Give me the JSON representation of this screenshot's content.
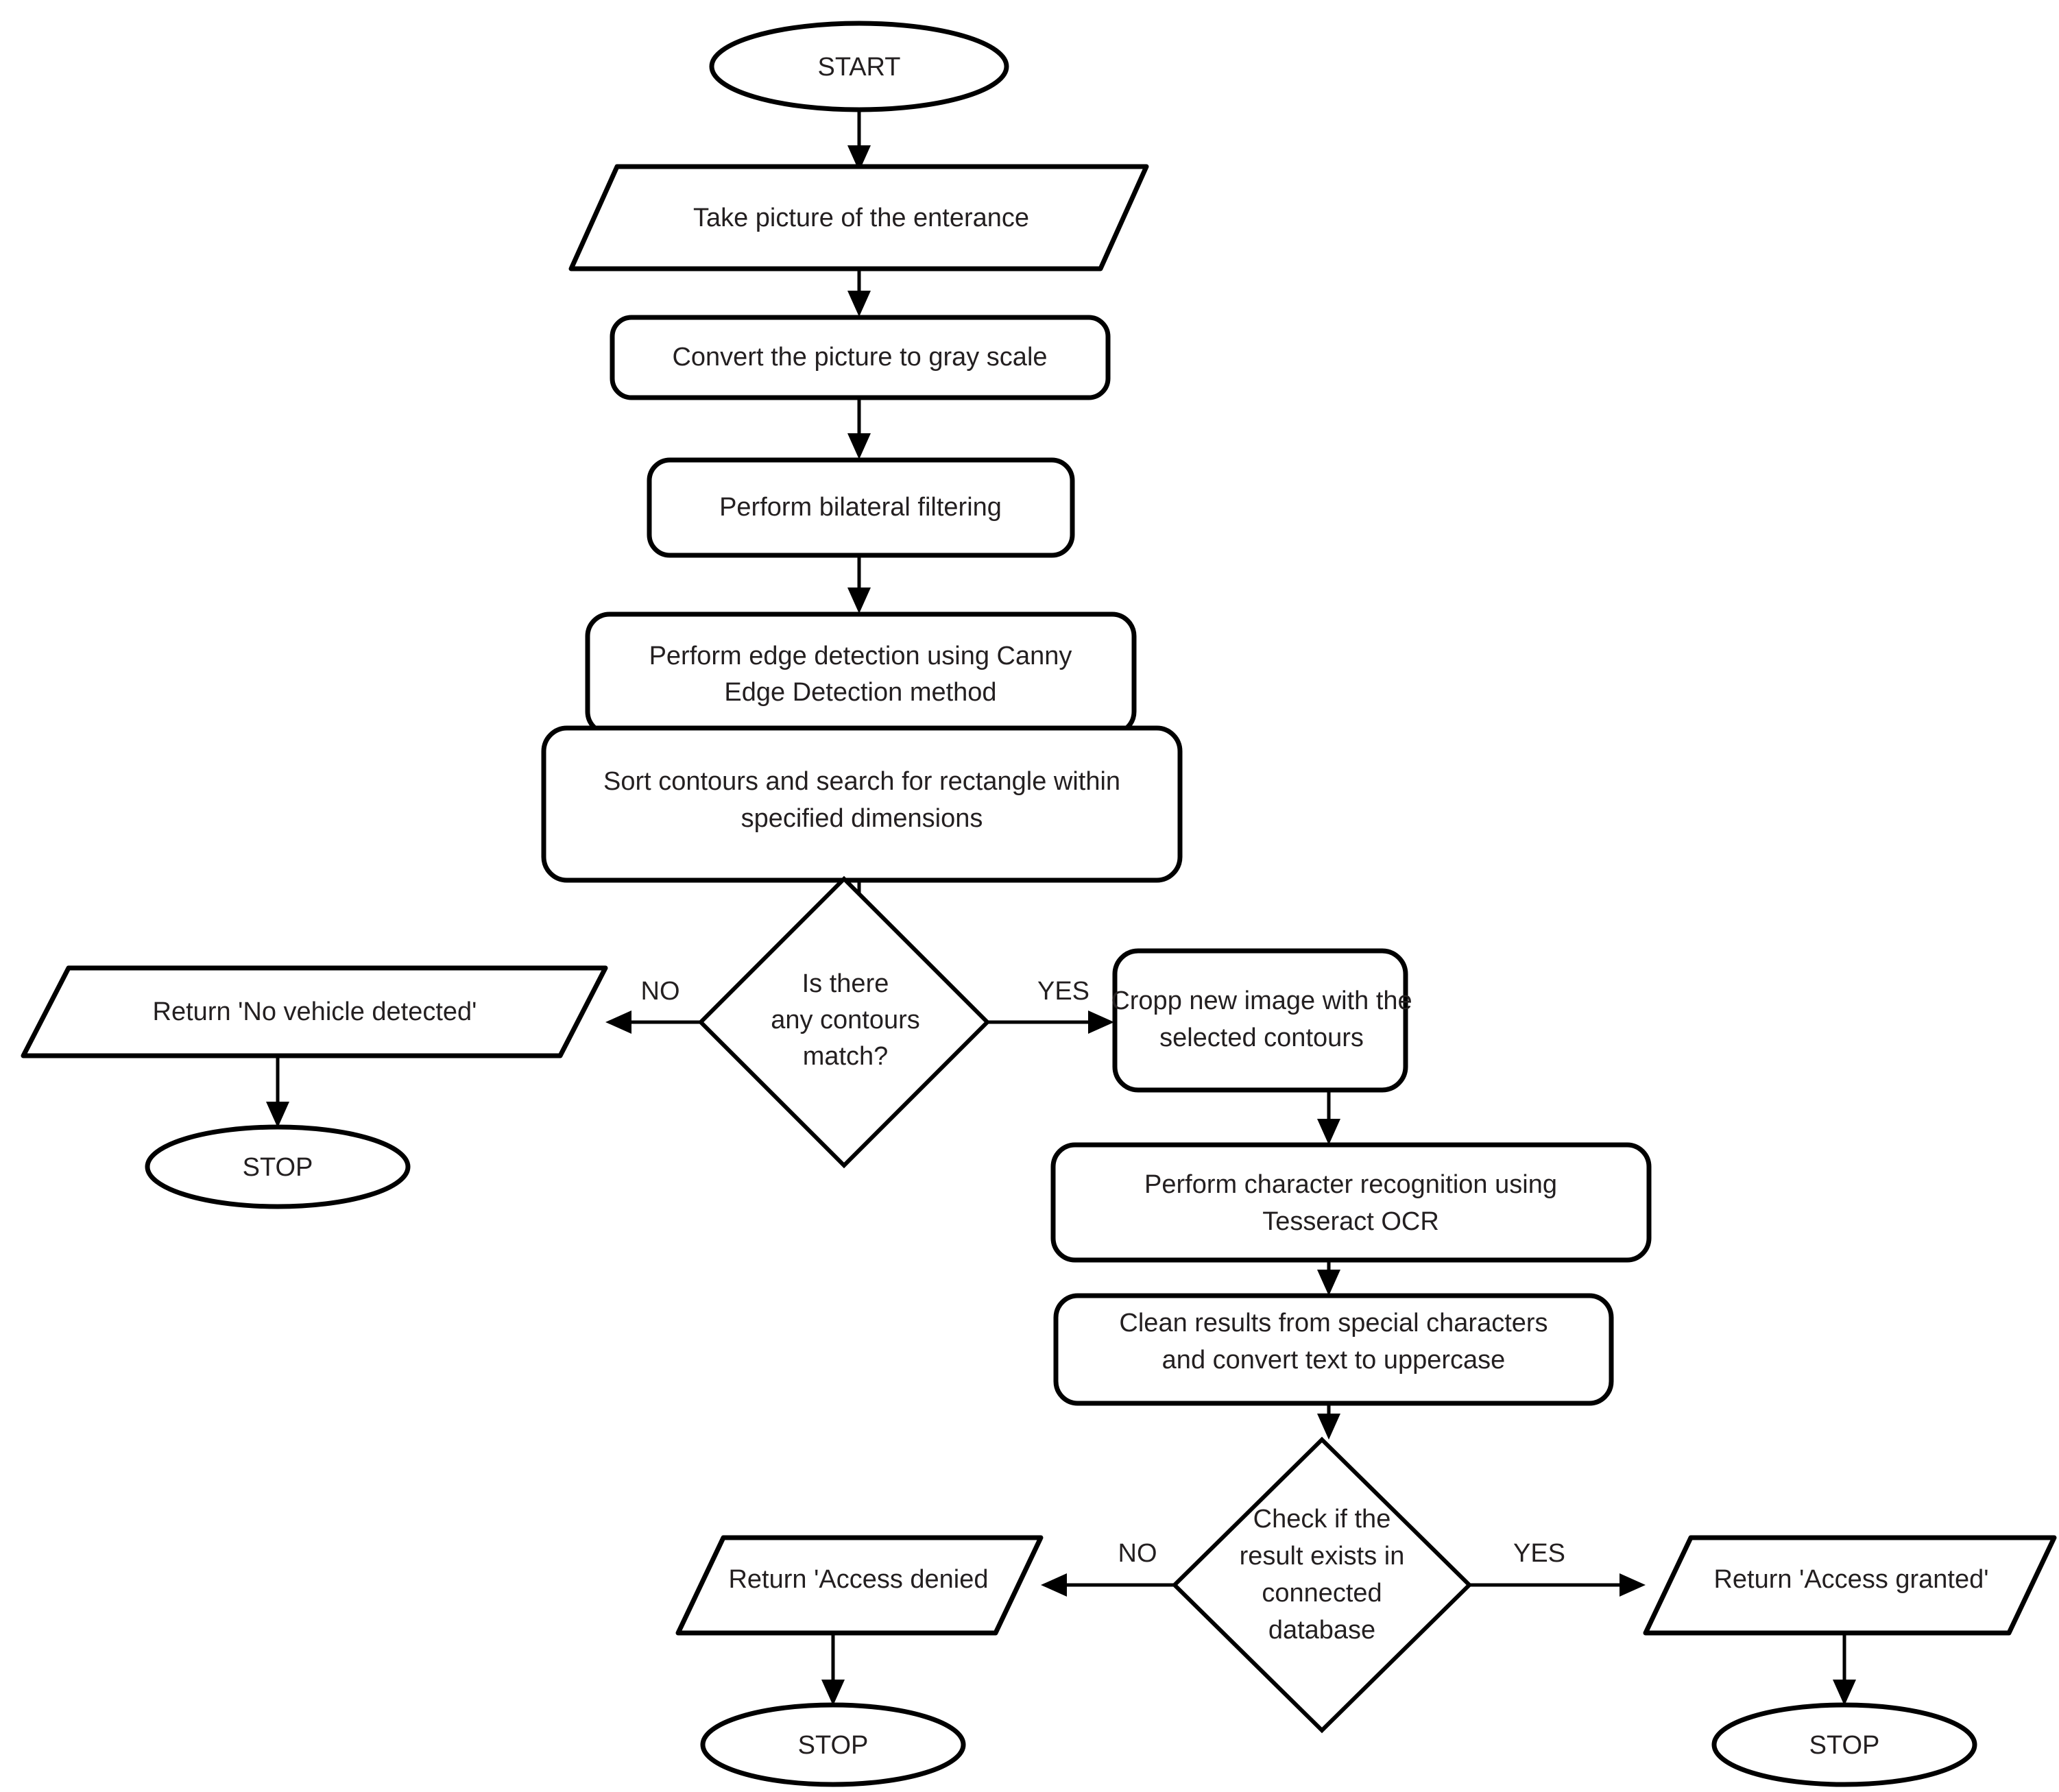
{
  "diagram": {
    "type": "flowchart",
    "title": "License plate recognition access control flowchart",
    "background_color": "#ffffff",
    "line_color": "#000000",
    "text_color": "#231f20"
  },
  "nodes": {
    "start": {
      "label": "START",
      "shape": "ellipse"
    },
    "take_picture": {
      "label": "Take picture of the enterance",
      "shape": "parallelogram"
    },
    "gray_scale": {
      "label": "Convert the picture to gray scale",
      "shape": "rounded-rect"
    },
    "bilateral": {
      "label": "Perform bilateral filtering",
      "shape": "rounded-rect"
    },
    "edge_detect_line1": {
      "label": "Perform edge detection using Canny",
      "shape": "rounded-rect"
    },
    "edge_detect_line2": {
      "label": "Edge Detection method"
    },
    "sort_contours_line1": {
      "label": "Sort contours and search for rectangle within",
      "shape": "rounded-rect"
    },
    "sort_contours_line2": {
      "label": "specified dimensions"
    },
    "decision_contours_line1": {
      "label": "Is there",
      "shape": "diamond"
    },
    "decision_contours_line2": {
      "label": "any contours"
    },
    "decision_contours_line3": {
      "label": "match?"
    },
    "no_vehicle": {
      "label": "Return 'No vehicle detected'",
      "shape": "parallelogram"
    },
    "stop_left": {
      "label": "STOP",
      "shape": "ellipse"
    },
    "cropp_line1": {
      "label": "Cropp new image with the",
      "shape": "rounded-rect"
    },
    "cropp_line2": {
      "label": "selected contours"
    },
    "ocr_line1": {
      "label": "Perform character recognition using",
      "shape": "rounded-rect"
    },
    "ocr_line2": {
      "label": "Tesseract OCR"
    },
    "clean_line1": {
      "label": "Clean results from special characters",
      "shape": "rounded-rect"
    },
    "clean_line2": {
      "label": "and convert text to uppercase"
    },
    "decision_db_line1": {
      "label": "Check if the",
      "shape": "diamond"
    },
    "decision_db_line2": {
      "label": "result exists in"
    },
    "decision_db_line3": {
      "label": "connected"
    },
    "decision_db_line4": {
      "label": "database"
    },
    "access_denied": {
      "label": "Return 'Access denied",
      "shape": "parallelogram"
    },
    "stop_denied": {
      "label": "STOP",
      "shape": "ellipse"
    },
    "access_granted": {
      "label": "Return 'Access granted'",
      "shape": "parallelogram"
    },
    "stop_granted": {
      "label": "STOP",
      "shape": "ellipse"
    }
  },
  "edge_labels": {
    "contours_no": "NO",
    "contours_yes": "YES",
    "db_no": "NO",
    "db_yes": "YES"
  }
}
